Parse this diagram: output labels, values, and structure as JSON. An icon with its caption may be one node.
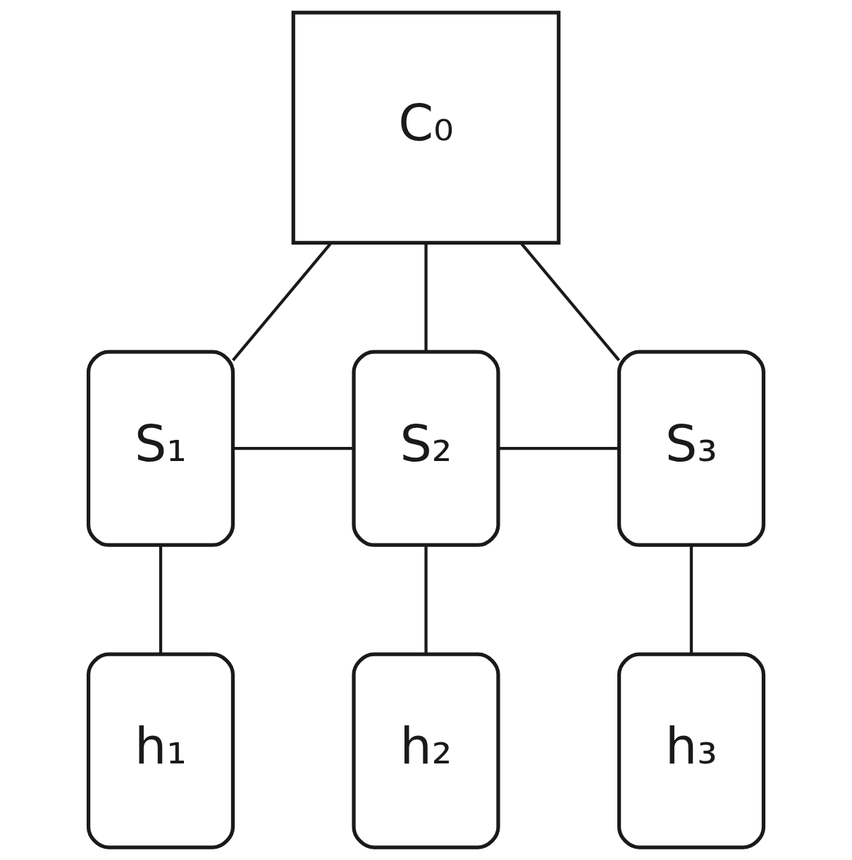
{
  "diagram": {
    "nodes": [
      {
        "text": [
          "C₀"
        ]
      },
      {
        "text": [
          "S₁"
        ]
      },
      {
        "text": [
          "S₂"
        ]
      },
      {
        "text": [
          "S₃"
        ]
      },
      {
        "text": [
          "h₁"
        ]
      },
      {
        "text": [
          "h₂"
        ]
      },
      {
        "text": [
          "h₃"
        ]
      }
    ],
    "edges": [
      {
        "from": 0,
        "to": 1,
        "arrow": "none"
      },
      {
        "from": 0,
        "to": 2,
        "arrow": "none"
      },
      {
        "from": 0,
        "to": 3,
        "arrow": "none"
      },
      {
        "from": 1,
        "to": 2,
        "arrow": "none"
      },
      {
        "from": 2,
        "to": 3,
        "arrow": "none"
      },
      {
        "from": 1,
        "to": 4,
        "arrow": "none"
      },
      {
        "from": 2,
        "to": 5,
        "arrow": "none"
      },
      {
        "from": 3,
        "to": 6,
        "arrow": "none"
      }
    ]
  }
}
